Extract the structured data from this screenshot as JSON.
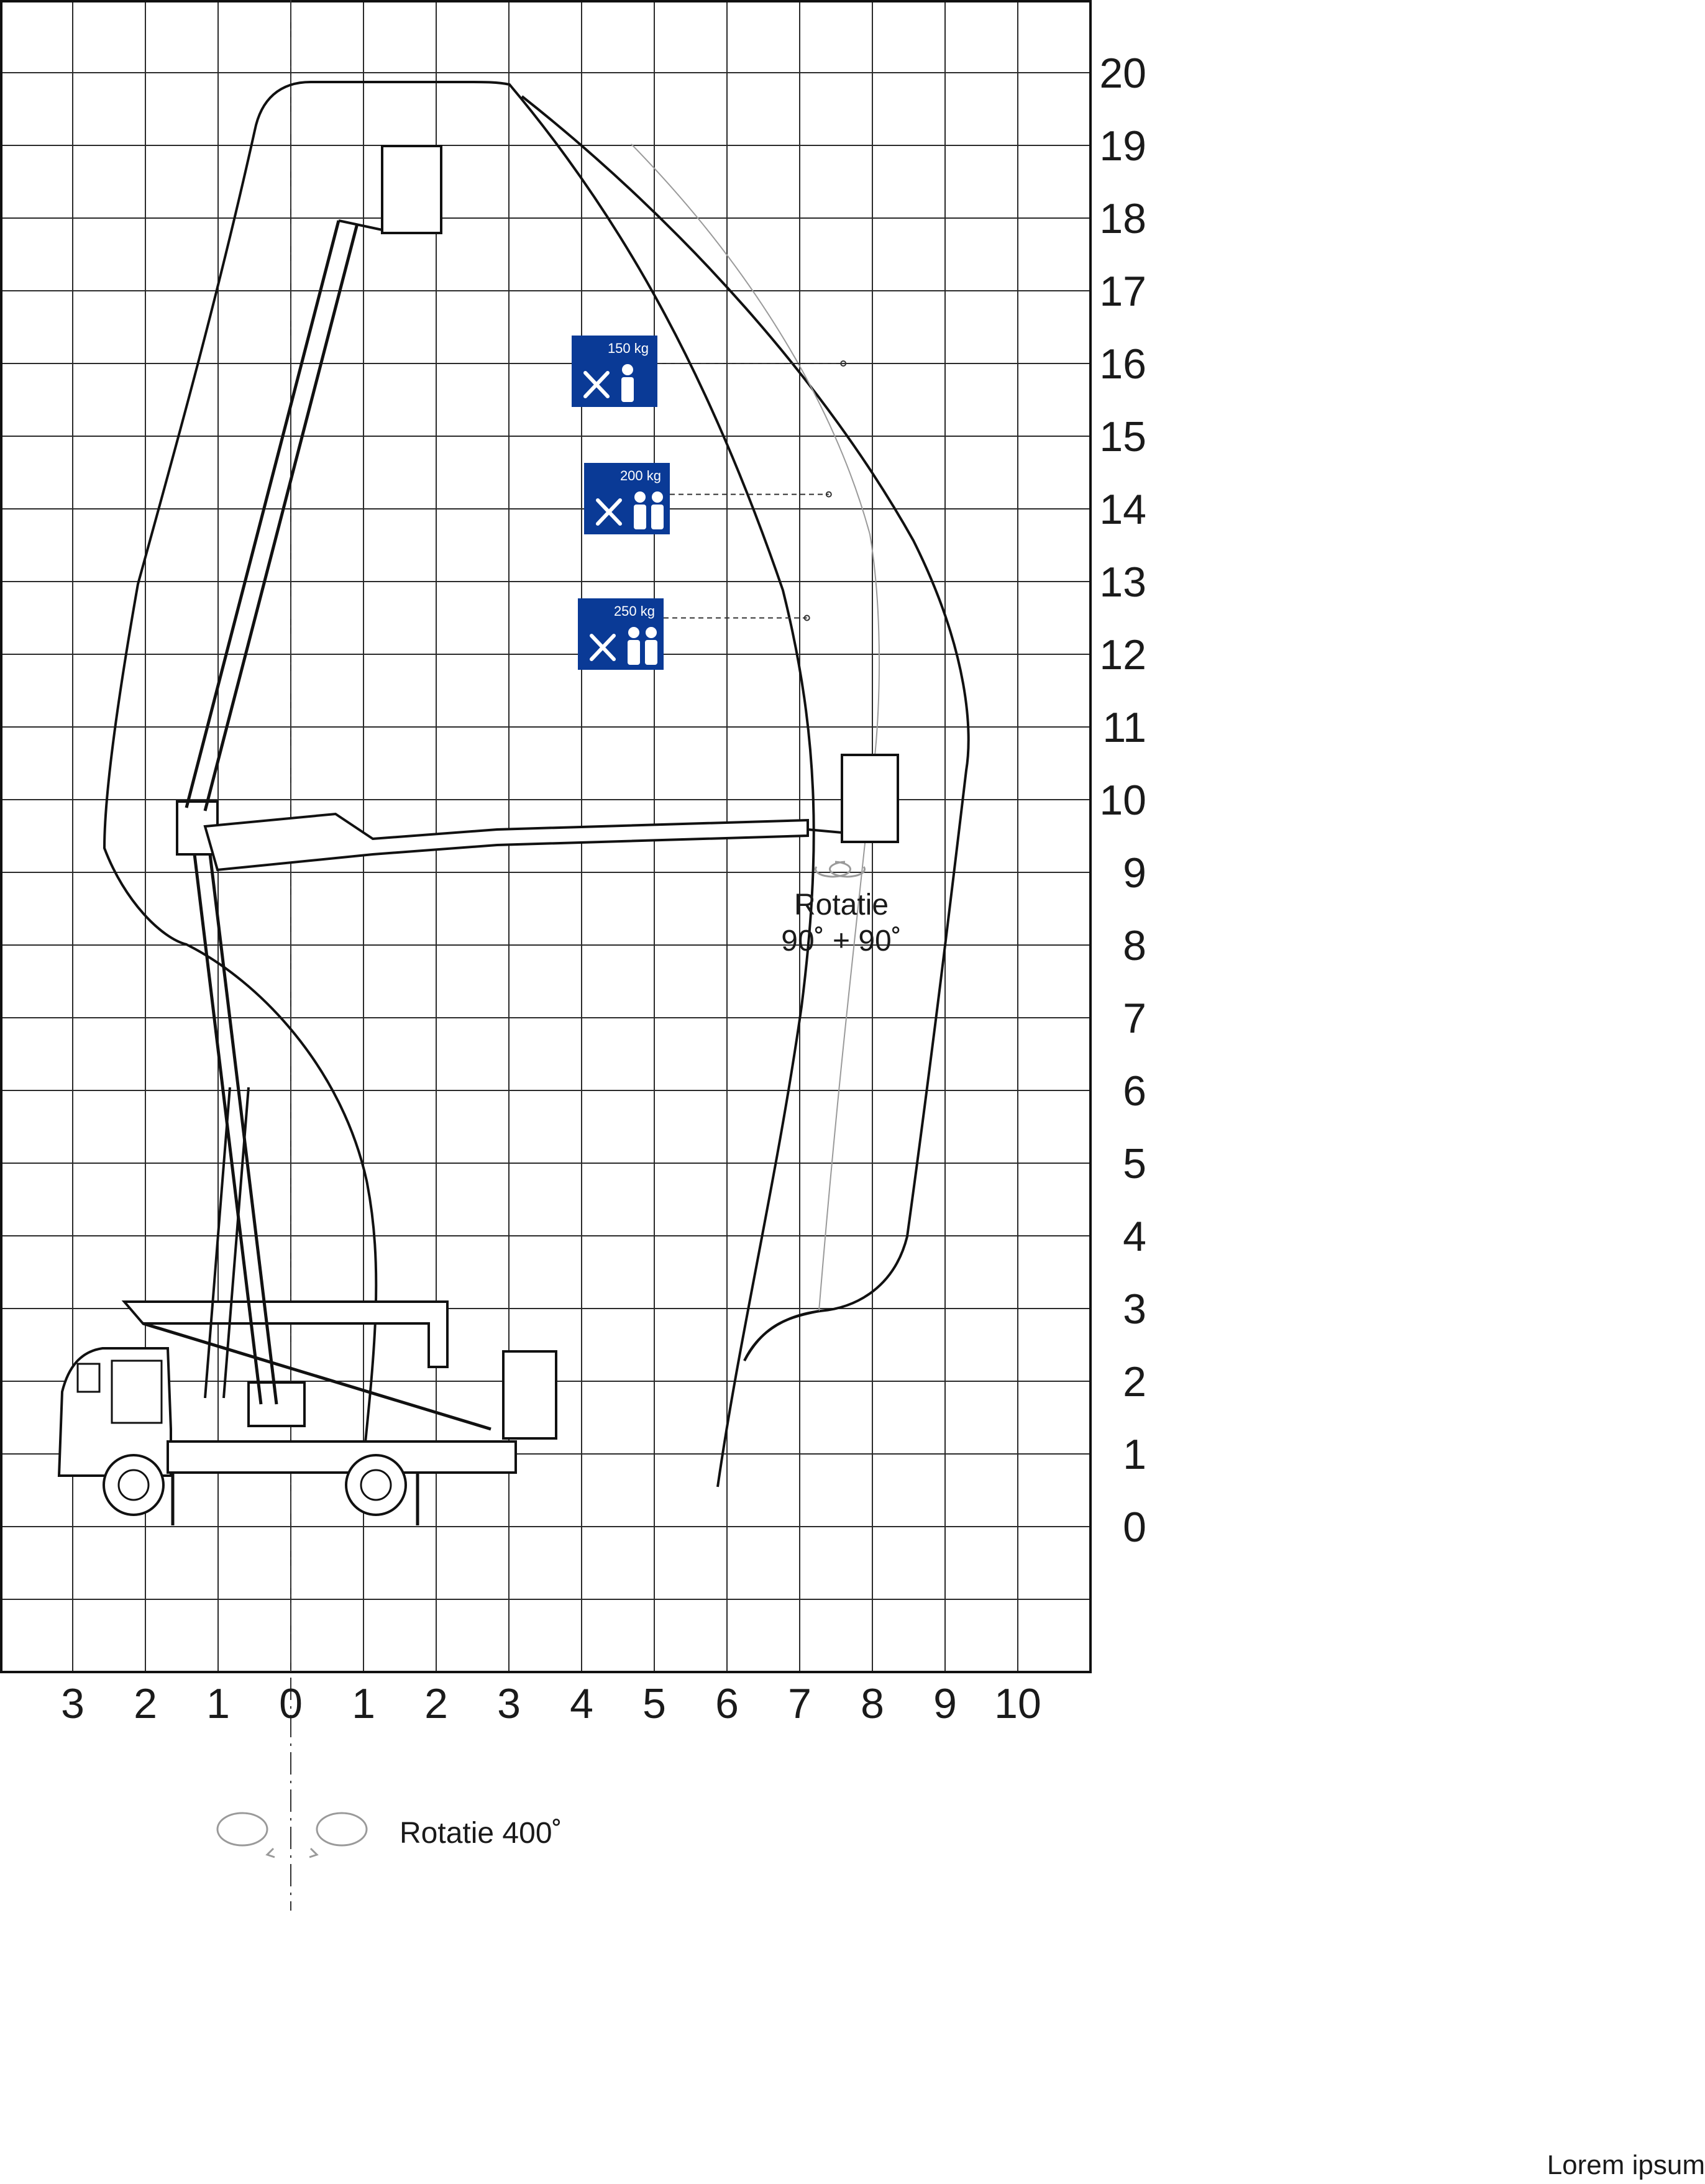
{
  "chart_data": {
    "type": "diagram",
    "x_ticks": [
      "3",
      "2",
      "1",
      "0",
      "1",
      "2",
      "3",
      "4",
      "5",
      "6",
      "7",
      "8",
      "9",
      "10"
    ],
    "y_ticks": [
      "0",
      "1",
      "2",
      "3",
      "4",
      "5",
      "6",
      "7",
      "8",
      "9",
      "10",
      "11",
      "12",
      "13",
      "14",
      "15",
      "16",
      "17",
      "18",
      "19",
      "20"
    ],
    "load_limits": [
      {
        "label": "150 kg",
        "persons": 1,
        "reach_m": 7.6,
        "height_m": 16.0
      },
      {
        "label": "200 kg",
        "persons": 2,
        "reach_m": 7.4,
        "height_m": 14.2
      },
      {
        "label": "250 kg",
        "persons": 2,
        "reach_m": 7.1,
        "height_m": 12.5
      }
    ],
    "basket_rotation": {
      "line1": "Rotatie",
      "line2": "90˚ + 90˚"
    },
    "turret_rotation": "Rotatie 400˚",
    "colors": {
      "sign": "#0a3a96",
      "grid": "#2a2a2a",
      "envelope": "#111111"
    }
  },
  "footer": "Lorem ipsum"
}
